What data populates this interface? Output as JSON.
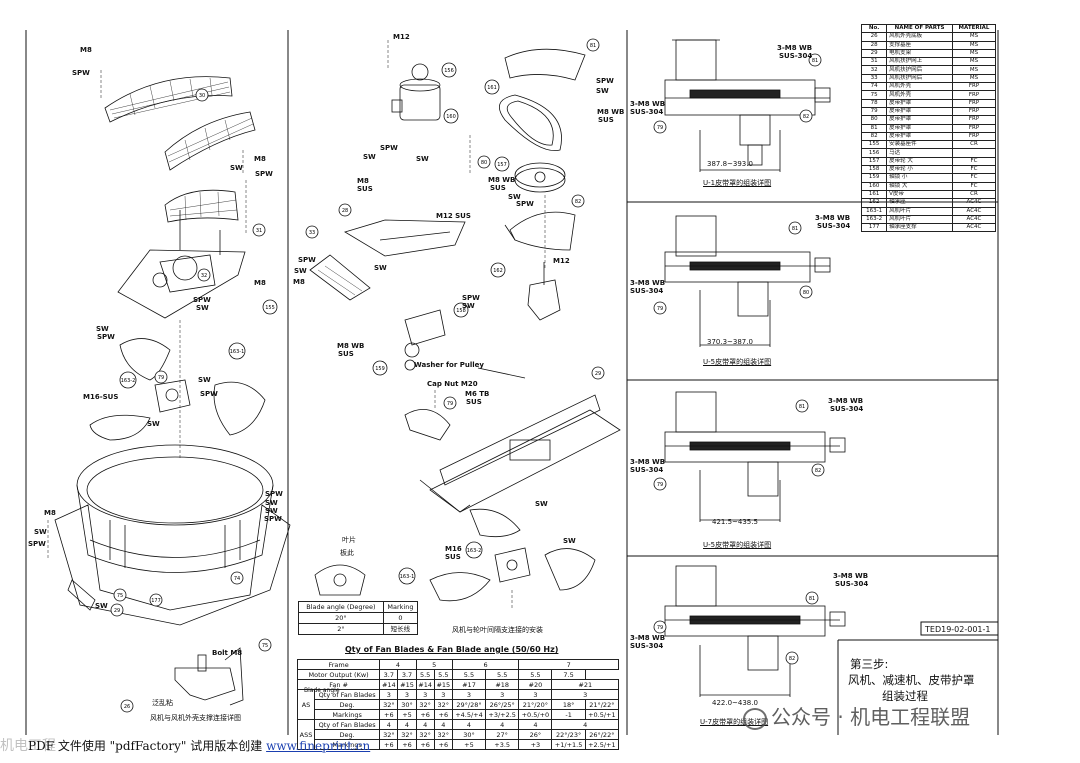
{
  "parts_table": {
    "headers": [
      "No.",
      "NAME OF PARTS",
      "MATERIAL"
    ],
    "rows": [
      [
        "26",
        "风机外壳底板",
        "MS"
      ],
      [
        "28",
        "支撑基座",
        "MS"
      ],
      [
        "29",
        "电机支架",
        "MS"
      ],
      [
        "31",
        "风机扶护网上",
        "MS"
      ],
      [
        "32",
        "风机扶护网后",
        "MS"
      ],
      [
        "33",
        "风机扶护网后",
        "MS"
      ],
      [
        "74",
        "风机外壳",
        "FRP"
      ],
      [
        "75",
        "风机外壳",
        "FRP"
      ],
      [
        "78",
        "皮带护罩",
        "FRP"
      ],
      [
        "79",
        "皮带护罩",
        "FRP"
      ],
      [
        "80",
        "皮带护罩",
        "FRP"
      ],
      [
        "81",
        "皮带护罩",
        "FRP"
      ],
      [
        "82",
        "皮带护罩",
        "FRP"
      ],
      [
        "155",
        "安装基座件",
        "CR"
      ],
      [
        "156",
        "马达",
        ""
      ],
      [
        "157",
        "皮带轮 大",
        "FC"
      ],
      [
        "158",
        "皮带轮 小",
        "FC"
      ],
      [
        "159",
        "轴锁 小",
        "FC"
      ],
      [
        "160",
        "轴锁 大",
        "FC"
      ],
      [
        "161",
        "V皮带",
        "CR"
      ],
      [
        "162",
        "轴承座",
        "AC4C"
      ],
      [
        "163-1",
        "风机叶片",
        "AC4C"
      ],
      [
        "163-2",
        "风机叶片",
        "AC4C"
      ],
      [
        "177",
        "轴承座支撑",
        "AC4C"
      ]
    ]
  },
  "left_view": {
    "labels": [
      "M8",
      "SPW",
      "M8",
      "SW",
      "SPW",
      "M8",
      "SW",
      "SPW",
      "SW",
      "SPW",
      "SPW",
      "SW",
      "M16-SUS",
      "SW",
      "SPW",
      "SW",
      "M8",
      "SPW",
      "SW",
      "SW",
      "SPW",
      "Bolt M8",
      "SW"
    ],
    "bubbles": [
      "30",
      "31",
      "32",
      "155",
      "163-1",
      "163-2",
      "79",
      "74",
      "177",
      "75",
      "29",
      "26",
      "75"
    ],
    "cross_section_note": "泛乱粘",
    "cross_section_caption": "风机与风机外壳支撑连接详图"
  },
  "center_view": {
    "labels": [
      "M12",
      "M8 WB",
      "SUS",
      "SPW",
      "SW",
      "SW",
      "M8",
      "SUS",
      "SPW",
      "SW",
      "M8 WB",
      "SUS",
      "SPW",
      "SW",
      "M12 SUS",
      "M8",
      "SPW",
      "SW",
      "SW",
      "M8 WB",
      "SUS",
      "Washer for Pulley",
      "Cap Nut M20",
      "M6 TB",
      "SUS",
      "SW",
      "SPW",
      "SW",
      "M12",
      "M16",
      "SUS",
      "SW"
    ],
    "bubbles": [
      "156",
      "161",
      "160",
      "80",
      "157",
      "81",
      "82",
      "28",
      "33",
      "162",
      "158",
      "159",
      "79",
      "29",
      "163-2",
      "163-1"
    ],
    "hub_caption": "风机与轮叶间隔支连接的安装",
    "hub_labels": [
      "叶片",
      "板此"
    ],
    "blade_angle_table": {
      "headers": [
        "Blade angle (Degree)",
        "Marking"
      ],
      "rows": [
        [
          "20°",
          "0"
        ],
        [
          "2°",
          "短长线"
        ]
      ]
    }
  },
  "fan_table": {
    "title": "Qty of Fan Blades & Fan Blade angle (50/60 Hz)",
    "frame_row": [
      "Frame",
      "4",
      "5",
      "6",
      "7"
    ],
    "motor_row": [
      "Motor Output (Kw)",
      "3.7",
      "3.7",
      "5.5",
      "5.5",
      "5.5",
      "5.5",
      "5.5",
      "7.5"
    ],
    "fan_row": [
      "Fan #",
      "#14",
      "#15",
      "#14",
      "#15",
      "#17",
      "#18",
      "#20",
      "#21",
      "#21"
    ],
    "as_qty": [
      "Qty of Fan Blades",
      "3",
      "3",
      "3",
      "3",
      "3",
      "3",
      "3",
      "3"
    ],
    "as_deg": [
      "Deg.",
      "32°",
      "30°",
      "32°",
      "32°",
      "29°/28°",
      "26°/25°",
      "21°/20°",
      "18°",
      "21°/22°"
    ],
    "as_mark": [
      "Markings",
      "+6",
      "+5",
      "+6",
      "+6",
      "+4.5/+4",
      "+3/+2.5",
      "+0.5/+0",
      "-1",
      "+0.5/+1"
    ],
    "ass_qty": [
      "Qty of Fan Blades",
      "4",
      "4",
      "4",
      "4",
      "4",
      "4",
      "4",
      "4"
    ],
    "ass_deg": [
      "Deg.",
      "32°",
      "32°",
      "32°",
      "32°",
      "30°",
      "27°",
      "26°",
      "22°/23°",
      "26°/22°"
    ],
    "ass_mark": [
      "Markings",
      "+6",
      "+6",
      "+6",
      "+6",
      "+5",
      "+3.5",
      "+3",
      "+1/+1.5",
      "+2.5/+1"
    ],
    "group_as": "AS",
    "group_ass": "ASS",
    "blade_angle_label": "Blade angle"
  },
  "right_views": [
    {
      "label_top": "3-M8 WB",
      "label_sub": "SUS-304",
      "left_label": "3-M8 WB",
      "left_sub": "SUS-304",
      "dim": "387.8~393.0",
      "caption": "U-1皮带罩的组装详图",
      "bubbles": [
        "81",
        "82",
        "79"
      ]
    },
    {
      "label_top": "3-M8 WB",
      "label_sub": "SUS-304",
      "left_label": "3-M8 WB",
      "left_sub": "SUS-304",
      "dim": "370.3~387.0",
      "caption": "U-5皮带罩的组装详图",
      "bubbles": [
        "81",
        "80",
        "79"
      ]
    },
    {
      "label_top": "3-M8 WB",
      "label_sub": "SUS-304",
      "left_label": "3-M8 WB",
      "left_sub": "SUS-304",
      "dim": "421.5~435.5",
      "caption": "U-5皮带罩的组装详图",
      "bubbles": [
        "81",
        "82",
        "79"
      ]
    },
    {
      "label_top": "3-M8 WB",
      "label_sub": "SUS-304",
      "left_label": "3-M8 WB",
      "left_sub": "SUS-304",
      "dim": "422.0~438.0",
      "caption": "U-7皮带罩的组装详图",
      "bubbles": [
        "81",
        "82",
        "79"
      ]
    }
  ],
  "drawing_number": "TED19-02-001-1",
  "step_text": [
    "第三步:",
    "风机、减速机、皮带护罩",
    "组装过程"
  ],
  "footer": {
    "prefix": "PDF 文件使用 \"pdfFactory\" 试用版本创建",
    "link": "www.fineprint.cn"
  },
  "watermark": "公众号 · 机电工程联盟",
  "watermark_left": "机电工程"
}
